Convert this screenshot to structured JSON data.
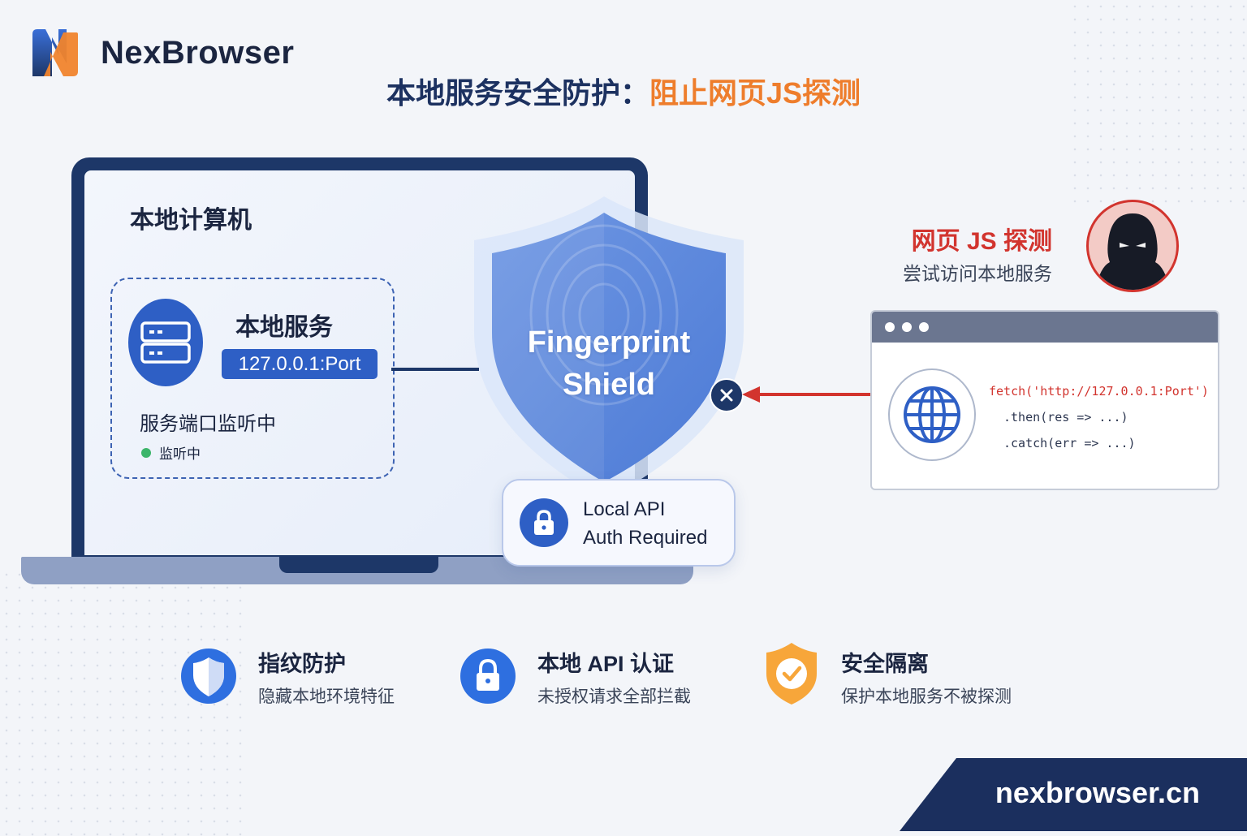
{
  "brand": {
    "name": "NexBrowser"
  },
  "title": {
    "part1": "本地服务安全防护：",
    "part2": "阻止网页JS探测"
  },
  "computer": {
    "label": "本地计算机",
    "service": {
      "title": "本地服务",
      "address": "127.0.0.1:Port",
      "description": "服务端口监听中",
      "status": "监听中"
    }
  },
  "shield": {
    "line1": "Fingerprint",
    "line2": "Shield",
    "api_card": {
      "line1": "Local API",
      "line2": "Auth Required"
    }
  },
  "attacker": {
    "title": "网页 JS 探测",
    "subtitle": "尝试访问本地服务",
    "code": {
      "line1_call": "fetch(",
      "line1_url": "'http://127.0.0.1:Port'",
      "line1_end": ")",
      "line2": ".then(res => ...)",
      "line3": ".catch(err => ...)"
    }
  },
  "features": [
    {
      "title": "指纹防护",
      "desc": "隐藏本地环境特征",
      "icon": "shield-icon"
    },
    {
      "title": "本地 API 认证",
      "desc": "未授权请求全部拦截",
      "icon": "lock-icon"
    },
    {
      "title": "安全隔离",
      "desc": "保护本地服务不被探测",
      "icon": "check-shield-icon"
    }
  ],
  "footer": {
    "url": "nexbrowser.cn"
  },
  "colors": {
    "navy": "#1d3768",
    "blue": "#2e5fc5",
    "orange": "#ee7d2c",
    "red": "#d2342e",
    "green": "#3cb56a"
  }
}
